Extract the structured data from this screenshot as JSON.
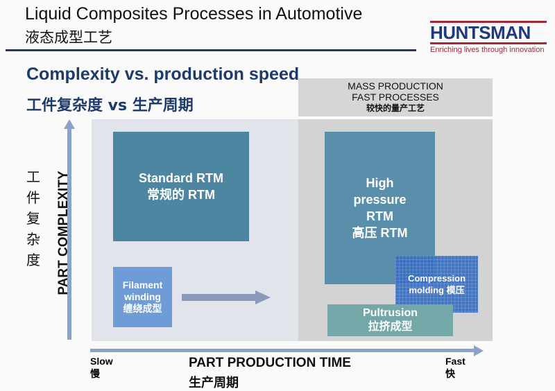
{
  "header": {
    "title_en": "Liquid Composites Processes in Automotive",
    "title_cn": "液态成型工艺"
  },
  "logo": {
    "name": "HUNTSMAN",
    "tagline": "Enriching lives through innovation"
  },
  "subtitle": {
    "en": "Complexity  vs. production speed",
    "cn": "工件复杂度 vs 生产周期"
  },
  "mass_box": {
    "line1": "MASS PRODUCTION",
    "line2": "FAST PROCESSES",
    "cn": "较快的量产工艺"
  },
  "processes": {
    "standard_rtm": {
      "en": "Standard RTM",
      "cn": "常规的 RTM"
    },
    "high_pressure_rtm": {
      "l1": "High",
      "l2": "pressure",
      "l3": "RTM",
      "cn": "高压 RTM"
    },
    "compression": {
      "l1": "Compression",
      "l2": "molding 模压"
    },
    "pultrusion": {
      "en": "Pultrusion",
      "cn": "拉挤成型"
    },
    "filament": {
      "l1": "Filament",
      "l2": "winding",
      "cn": "缠绕成型"
    }
  },
  "axes": {
    "y_en": "PART COMPLEXITY",
    "y_cn": [
      "工",
      "件",
      "复",
      "杂",
      "度"
    ],
    "x_en": "PART PRODUCTION TIME",
    "x_cn": "生产周期",
    "slow_en": "Slow",
    "slow_cn": "慢",
    "fast_en": "Fast",
    "fast_cn": "快"
  }
}
